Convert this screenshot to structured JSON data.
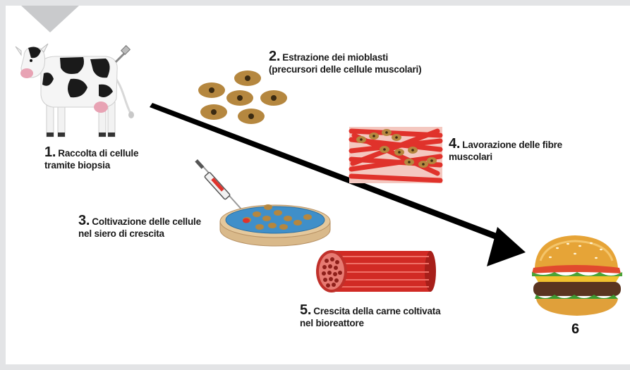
{
  "steps": [
    {
      "number": "1.",
      "text_line1": "Raccolta di cellule",
      "text_line2": "tramite biopsia"
    },
    {
      "number": "2.",
      "text_line1": "Estrazione dei mioblasti",
      "text_line2": "(precursori delle cellule muscolari)"
    },
    {
      "number": "3.",
      "text_line1": "Coltivazione delle cellule",
      "text_line2": "nel siero di crescita"
    },
    {
      "number": "4.",
      "text_line1": "Lavorazione delle fibre",
      "text_line2": "muscolari"
    },
    {
      "number": "5.",
      "text_line1": "Crescita della carne coltivata",
      "text_line2": "nel bioreattore"
    }
  ],
  "final_label": "6",
  "colors": {
    "background": "#e3e4e6",
    "panel": "#ffffff",
    "myoblast": "#b5873f",
    "nucleus": "#3a2a12",
    "muscle_red": "#e0322b",
    "dish_blue": "#3f8fc9",
    "arrow": "#000000"
  },
  "icons": [
    "cow-icon",
    "myoblast-cells-icon",
    "petri-dish-icon",
    "syringe-icon",
    "muscle-fibers-icon",
    "bioreactor-muscle-icon",
    "burger-icon",
    "arrow-icon"
  ]
}
